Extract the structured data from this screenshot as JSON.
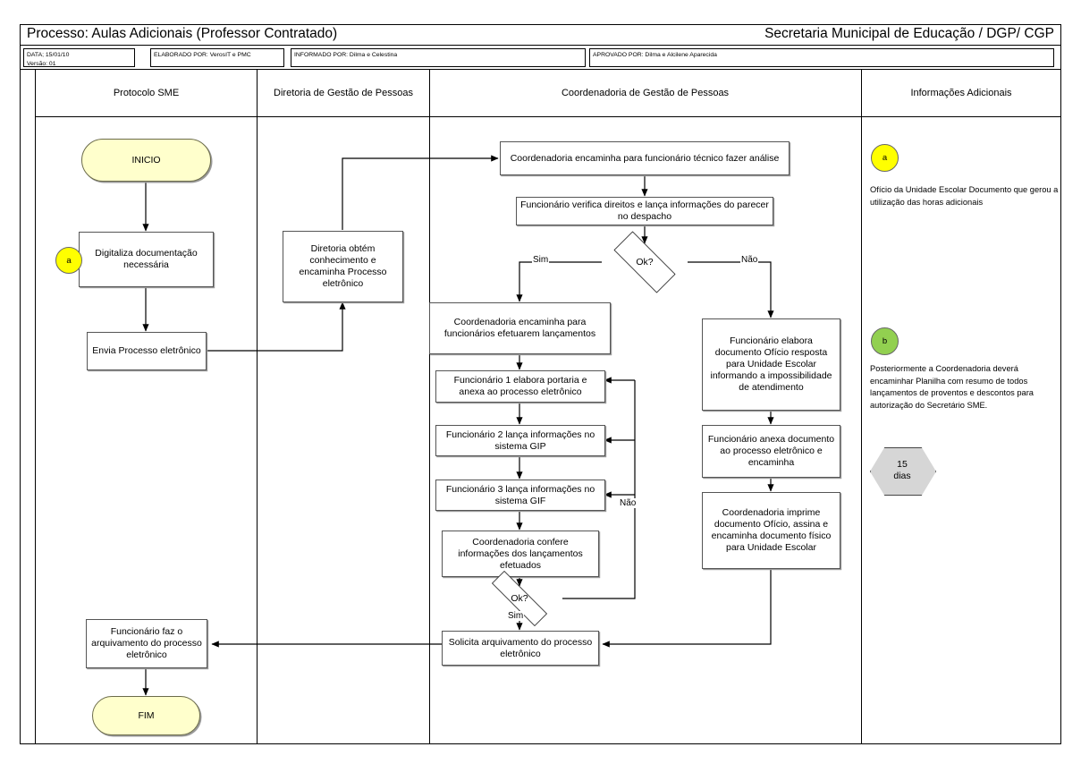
{
  "header": {
    "process_label": "Processo: Aulas Adicionais (Professor Contratado)",
    "org_label": "Secretaria Municipal de Educação / DGP/ CGP",
    "meta": [
      {
        "name": "data-box",
        "line1": "DATA; 15/01/10",
        "line2": "Versão: 01"
      },
      {
        "name": "elaborado-box",
        "line1": "ELABORADO POR: VerosIT e PMC",
        "line2": ""
      },
      {
        "name": "informado-box",
        "line1": "INFORMADO POR: Dilma e Celestina",
        "line2": ""
      },
      {
        "name": "aprovado-box",
        "line1": "APROVADO POR: Dilma e Alcilene Aparecida",
        "line2": ""
      }
    ]
  },
  "lanes": [
    {
      "id": "protocolo",
      "label": "Protocolo SME"
    },
    {
      "id": "diretoria",
      "label": "Diretoria de Gestão de Pessoas"
    },
    {
      "id": "coordenadoria",
      "label": "Coordenadoria de Gestão de Pessoas"
    },
    {
      "id": "informacoes",
      "label": "Informações Adicionais"
    }
  ],
  "nodes": {
    "inicio": "INICIO",
    "digitaliza": "Digitaliza documentação necessária",
    "envia": "Envia Processo eletrônico",
    "diretoria_obtem": "Diretoria obtém conhecimento e encaminha Processo eletrônico",
    "coord_encaminha_tecnico": "Coordenadoria encaminha para funcionário técnico fazer análise",
    "func_verifica": "Funcionário verifica direitos e lança informações do parecer no despacho",
    "decisao1": "Ok?",
    "coord_encaminha_func": "Coordenadoria encaminha para funcionários efetuarem lançamentos",
    "func1": "Funcionário 1 elabora portaria e anexa ao processo eletrônico",
    "func2": "Funcionário 2 lança informações no sistema GIP",
    "func3": "Funcionário 3 lança informações no sistema GIF",
    "coord_confere": "Coordenadoria confere informações dos lançamentos efetuados",
    "decisao2": "Ok?",
    "solicita_arquivamento": "Solicita arquivamento do processo eletrônico",
    "func_elabora_oficio": "Funcionário elabora documento Ofício resposta para Unidade Escolar informando a impossibilidade de atendimento",
    "func_anexa": "Funcionário anexa documento ao processo eletrônico e encaminha",
    "coord_imprime": "Coordenadoria imprime documento Ofício, assina e encaminha documento físico para Unidade Escolar",
    "func_arquiva": "Funcionário faz o arquivamento do processo eletrônico",
    "fim": "FIM"
  },
  "connector_labels": {
    "d1_sim": "Sim",
    "d1_nao": "Não",
    "d2_sim": "Sim",
    "d2_nao": "Não"
  },
  "badges": {
    "a_in_flow": "a",
    "a_legend": "a",
    "b_legend": "b"
  },
  "annotations": {
    "a_text": "Ofício da Unidade Escolar Documento que gerou a utilização das horas adicionais",
    "b_text": "Posteriormente a Coordenadoria deverá encaminhar Planilha com resumo de todos lançamentos de proventos e descontos para autorização do Secretário SME.",
    "hex_line1": "15",
    "hex_line2": "dias"
  },
  "colors": {
    "terminator_fill": "#ffffcc",
    "badge_a_fill": "#ffff00",
    "badge_b_fill": "#92d050",
    "hex_fill": "#d6d6d6",
    "line": "#000000"
  }
}
